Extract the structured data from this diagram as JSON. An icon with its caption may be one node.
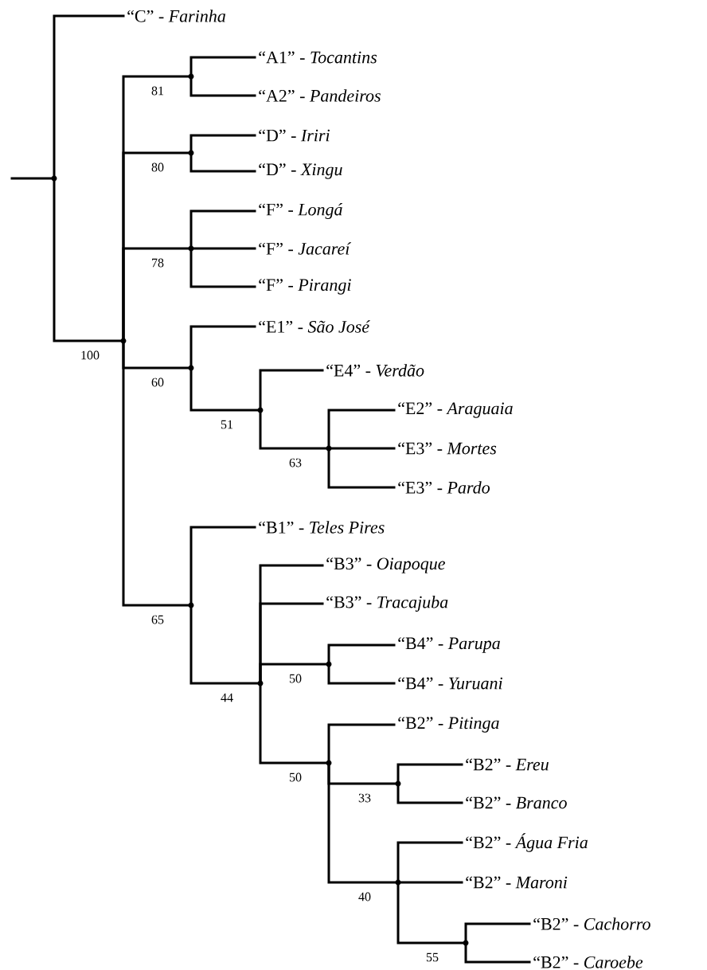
{
  "diagram": {
    "nodes": [
      {
        "text": [],
        "shape": "point"
      },
      {
        "text": [
          "“C” - *Farinha*"
        ]
      },
      {
        "text": [],
        "shape": "point",
        "beside": [
          "100"
        ]
      },
      {
        "text": [],
        "shape": "point",
        "beside": [
          "81"
        ]
      },
      {
        "text": [
          "“A1” - *Tocantins*"
        ]
      },
      {
        "text": [
          "“A2” - *Pandeiros*"
        ]
      },
      {
        "text": [],
        "shape": "point",
        "beside": [
          "80"
        ]
      },
      {
        "text": [
          "“D” - *Iriri*"
        ]
      },
      {
        "text": [
          "“D” - *Xingu*"
        ]
      },
      {
        "text": [],
        "shape": "point",
        "beside": [
          "78"
        ]
      },
      {
        "text": [
          "“F” - *Longá*"
        ]
      },
      {
        "text": [
          "“F” - *Jacareí*"
        ]
      },
      {
        "text": [
          "“F” - *Pirangi*"
        ]
      },
      {
        "text": [],
        "shape": "point",
        "beside": [
          "60"
        ]
      },
      {
        "text": [
          "“E1” - *São José*"
        ]
      },
      {
        "text": [],
        "shape": "point",
        "beside": [
          "51"
        ]
      },
      {
        "text": [
          "“E4” - *Verdão*"
        ]
      },
      {
        "text": [],
        "shape": "point",
        "beside": [
          "63"
        ]
      },
      {
        "text": [
          "“E2” - *Araguaia*"
        ]
      },
      {
        "text": [
          "“E3” - *Mortes*"
        ]
      },
      {
        "text": [
          "“E3” - *Pardo*"
        ]
      },
      {
        "text": [],
        "shape": "point",
        "beside": [
          "65"
        ]
      },
      {
        "text": [
          "“B1” - *Teles Pires*"
        ]
      },
      {
        "text": [],
        "shape": "point",
        "beside": [
          "44"
        ]
      },
      {
        "text": [
          "“B3” - *Oiapoque*"
        ]
      },
      {
        "text": [
          "“B3” - *Tracajuba*"
        ]
      },
      {
        "text": [],
        "shape": "point",
        "beside": [
          "50"
        ]
      },
      {
        "text": [
          "“B4” - *Parupa*"
        ]
      },
      {
        "text": [
          "“B4” - *Yuruani*"
        ]
      },
      {
        "text": [],
        "shape": "point",
        "beside": [
          "50"
        ]
      },
      {
        "text": [
          "“B2” - *Pitinga*"
        ]
      },
      {
        "text": [],
        "shape": "point",
        "beside": [
          "33"
        ]
      },
      {
        "text": [
          "“B2” - *Ereu*"
        ]
      },
      {
        "text": [
          "“B2” - *Branco*"
        ]
      },
      {
        "text": [],
        "shape": "point",
        "beside": [
          "40"
        ]
      },
      {
        "text": [
          "“B2” - *Água Fria*"
        ]
      },
      {
        "text": [
          "“B2” - *Maroni*"
        ]
      },
      {
        "text": [],
        "shape": "point",
        "beside": [
          "55"
        ]
      },
      {
        "text": [
          "“B2” - *Cachorro*"
        ]
      },
      {
        "text": [
          "“B2” - *Caroebe*"
        ]
      }
    ],
    "edges": [
      {
        "from": null,
        "to": 0,
        "arrow": "none"
      },
      {
        "from": 0,
        "to": 1,
        "arrow": "none"
      },
      {
        "from": 0,
        "to": 2,
        "arrow": "none"
      },
      {
        "from": 2,
        "to": 3,
        "arrow": "none"
      },
      {
        "from": 3,
        "to": 4,
        "arrow": "none"
      },
      {
        "from": 3,
        "to": 5,
        "arrow": "none"
      },
      {
        "from": 2,
        "to": 6,
        "arrow": "none"
      },
      {
        "from": 6,
        "to": 7,
        "arrow": "none"
      },
      {
        "from": 6,
        "to": 8,
        "arrow": "none"
      },
      {
        "from": 2,
        "to": 9,
        "arrow": "none"
      },
      {
        "from": 9,
        "to": 10,
        "arrow": "none"
      },
      {
        "from": 9,
        "to": 11,
        "arrow": "none"
      },
      {
        "from": 9,
        "to": 12,
        "arrow": "none"
      },
      {
        "from": 2,
        "to": 13,
        "arrow": "none"
      },
      {
        "from": 13,
        "to": 14,
        "arrow": "none"
      },
      {
        "from": 13,
        "to": 15,
        "arrow": "none"
      },
      {
        "from": 15,
        "to": 16,
        "arrow": "none"
      },
      {
        "from": 15,
        "to": 17,
        "arrow": "none"
      },
      {
        "from": 17,
        "to": 18,
        "arrow": "none"
      },
      {
        "from": 17,
        "to": 19,
        "arrow": "none"
      },
      {
        "from": 17,
        "to": 20,
        "arrow": "none"
      },
      {
        "from": 2,
        "to": 21,
        "arrow": "none"
      },
      {
        "from": 21,
        "to": 22,
        "arrow": "none"
      },
      {
        "from": 21,
        "to": 23,
        "arrow": "none"
      },
      {
        "from": 23,
        "to": 24,
        "arrow": "none"
      },
      {
        "from": 23,
        "to": 25,
        "arrow": "none"
      },
      {
        "from": 23,
        "to": 26,
        "arrow": "none"
      },
      {
        "from": 26,
        "to": 27,
        "arrow": "none"
      },
      {
        "from": 26,
        "to": 28,
        "arrow": "none"
      },
      {
        "from": 23,
        "to": 29,
        "arrow": "none"
      },
      {
        "from": 29,
        "to": 30,
        "arrow": "none"
      },
      {
        "from": 29,
        "to": 31,
        "arrow": "none"
      },
      {
        "from": 31,
        "to": 32,
        "arrow": "none"
      },
      {
        "from": 31,
        "to": 33,
        "arrow": "none"
      },
      {
        "from": 29,
        "to": 34,
        "arrow": "none"
      },
      {
        "from": 34,
        "to": 35,
        "arrow": "none"
      },
      {
        "from": 34,
        "to": 36,
        "arrow": "none"
      },
      {
        "from": 34,
        "to": 37,
        "arrow": "none"
      },
      {
        "from": 37,
        "to": 38,
        "arrow": "none"
      },
      {
        "from": 37,
        "to": 39,
        "arrow": "none"
      }
    ]
  }
}
